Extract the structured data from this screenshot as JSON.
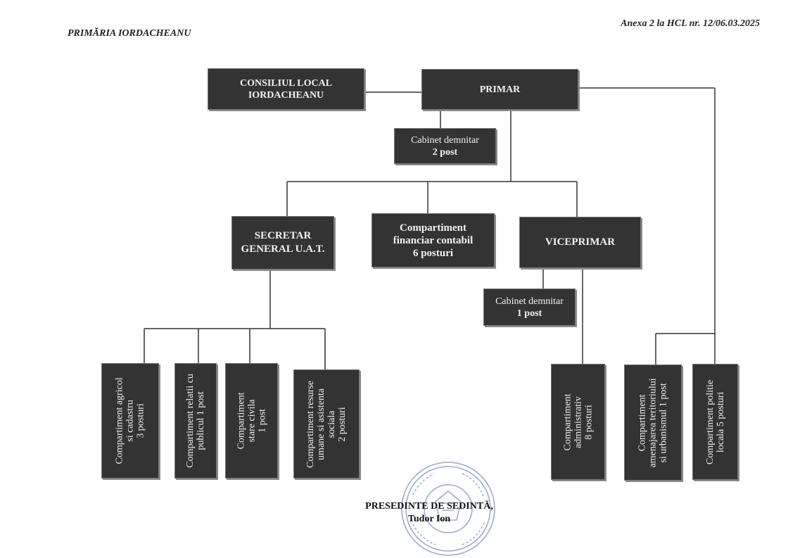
{
  "header": {
    "institution": "PRIMĂRIA IORDACHEANU",
    "annex": "Anexa 2 la HCL nr. 12/06.03.2025"
  },
  "boxes": {
    "consiliu": {
      "line1": "CONSILIUL LOCAL",
      "line2": "IORDACHEANU"
    },
    "primar": {
      "label": "PRIMAR"
    },
    "cabinet_primar": {
      "line1": "Cabinet demnitar",
      "line2": "2 post"
    },
    "secretar": {
      "line1": "SECRETAR",
      "line2": "GENERAL U.A.T."
    },
    "financiar": {
      "line1": "Compartiment",
      "line2": "financiar contabil",
      "line3": "6  posturi"
    },
    "viceprimar": {
      "label": "VICEPRIMAR"
    },
    "cabinet_viceprimar": {
      "line1": "Cabinet demnitar",
      "line2": "1 post"
    },
    "agricol": {
      "line1": "Compartiment agricol",
      "line2": "si cadastru",
      "line3": "3 posturi"
    },
    "relatii": {
      "line1": "Compartiment relatii cu",
      "line2": "publicul 1 post"
    },
    "stare_civila": {
      "line1": "Compartiment",
      "line2": "stare civila",
      "line3": "1 post"
    },
    "resurse": {
      "line1": "Compartiment resurse",
      "line2": "umane si asistenta",
      "line3": "sociala",
      "line4": "2 posturi"
    },
    "administrativ": {
      "line1": "Compartiment",
      "line2": "administrativ",
      "line3": "8 posturi"
    },
    "amenajare": {
      "line1": "Compartiment",
      "line2": "amenajarea teritoriului",
      "line3": "si urbanismul  1 post"
    },
    "politie": {
      "line1": "Compartiment politie",
      "line2": "locala 5 posturi"
    }
  },
  "signature": {
    "title": "PRESEDINTE DE SEDINTĂ,",
    "name": "Tudor Ion"
  }
}
